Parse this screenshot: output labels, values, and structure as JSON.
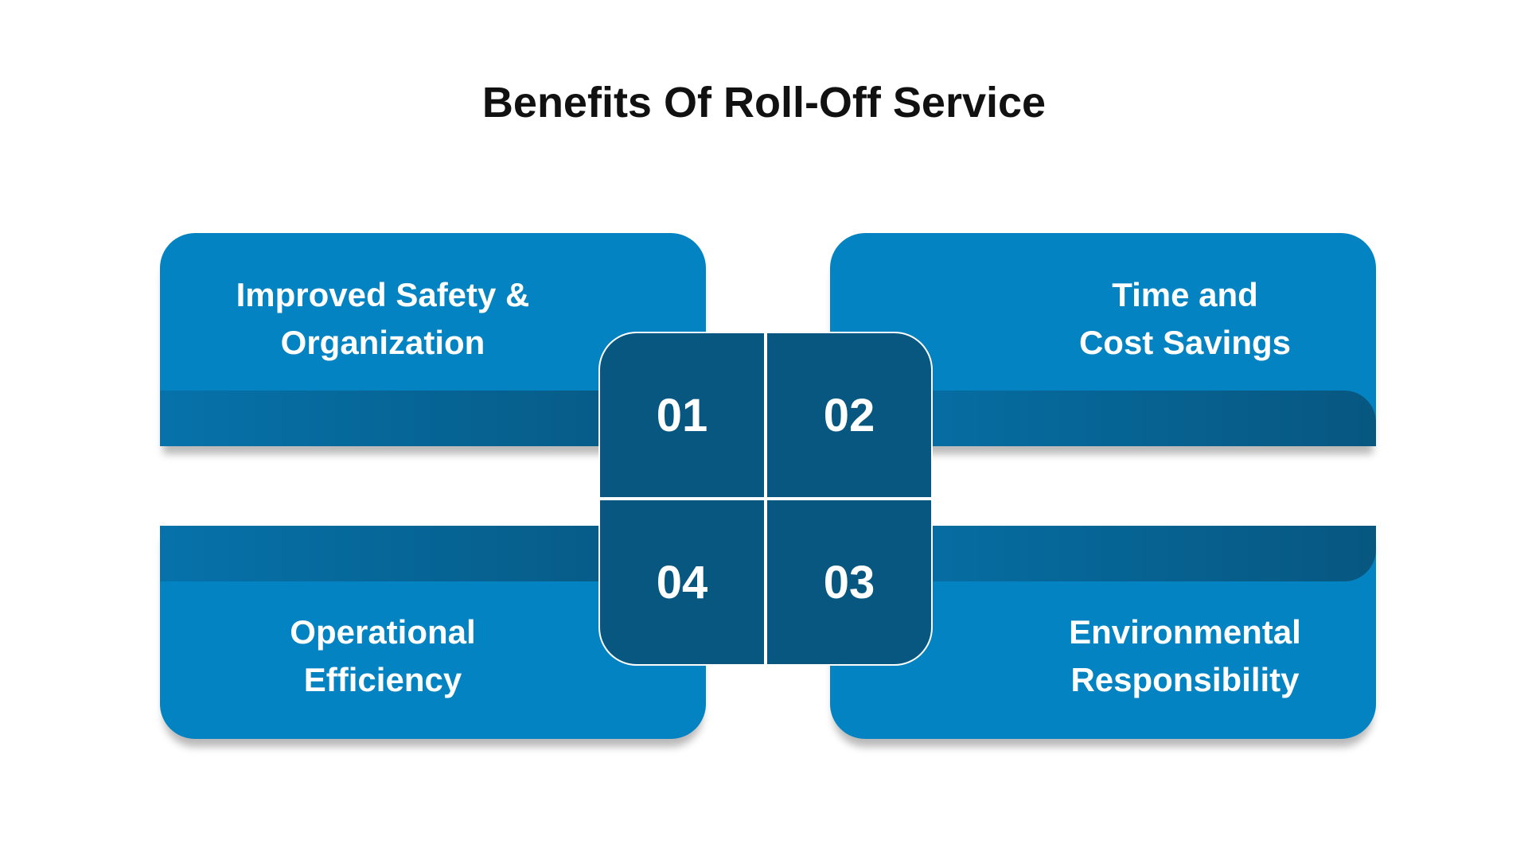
{
  "title": "Benefits Of Roll-Off Service",
  "colors": {
    "card": "#0383c1",
    "band_dark": "#075780",
    "hub": "#075780",
    "text": "#ffffff",
    "title": "#111111"
  },
  "benefits": [
    {
      "number": "01",
      "label": "Improved Safety &\nOrganization"
    },
    {
      "number": "02",
      "label": "Time and\nCost Savings"
    },
    {
      "number": "03",
      "label": "Environmental\nResponsibility"
    },
    {
      "number": "04",
      "label": "Operational\nEfficiency"
    }
  ]
}
